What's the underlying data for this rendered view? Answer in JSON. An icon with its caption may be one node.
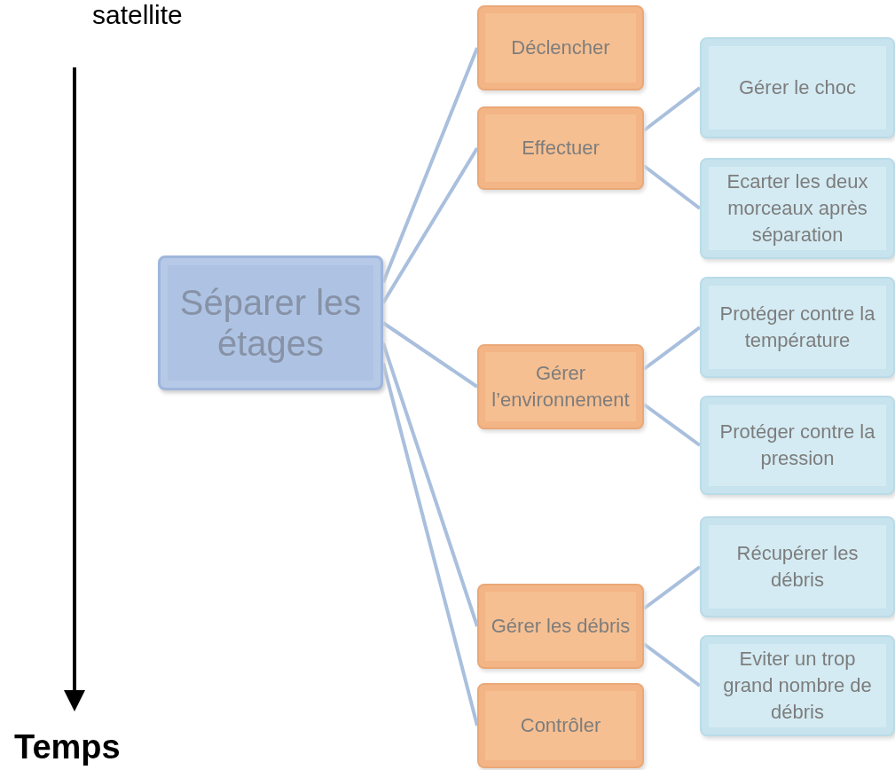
{
  "diagram": {
    "nodes": [
      {
        "text": [
          "Séparer les étages"
        ]
      },
      {
        "text": [
          "Déclencher"
        ]
      },
      {
        "text": [
          "Effectuer"
        ]
      },
      {
        "text": [
          "Gérer l’environnement"
        ]
      },
      {
        "text": [
          "Gérer les débris"
        ]
      },
      {
        "text": [
          "Contrôler"
        ]
      },
      {
        "text": [
          "Gérer le choc"
        ]
      },
      {
        "text": [
          "Ecarter les deux morceaux après séparation"
        ]
      },
      {
        "text": [
          "Protéger contre la température"
        ]
      },
      {
        "text": [
          "Protéger contre la pression"
        ]
      },
      {
        "text": [
          "Récupérer les débris"
        ]
      },
      {
        "text": [
          "Eviter un trop grand nombre de débris"
        ]
      }
    ],
    "edges": [
      {
        "from": 0,
        "to": 1,
        "arrow": "none"
      },
      {
        "from": 0,
        "to": 2,
        "arrow": "none"
      },
      {
        "from": 0,
        "to": 3,
        "arrow": "none"
      },
      {
        "from": 0,
        "to": 4,
        "arrow": "none"
      },
      {
        "from": 0,
        "to": 5,
        "arrow": "none"
      },
      {
        "from": 2,
        "to": 6,
        "arrow": "none"
      },
      {
        "from": 2,
        "to": 7,
        "arrow": "none"
      },
      {
        "from": 3,
        "to": 8,
        "arrow": "none"
      },
      {
        "from": 3,
        "to": 9,
        "arrow": "none"
      },
      {
        "from": 4,
        "to": 10,
        "arrow": "none"
      },
      {
        "from": 4,
        "to": 11,
        "arrow": "none"
      }
    ],
    "labels": [
      "satellite",
      "Temps"
    ]
  }
}
